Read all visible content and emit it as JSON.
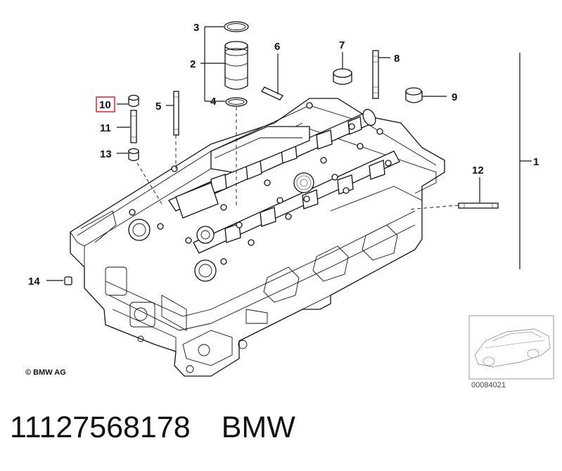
{
  "callouts": [
    {
      "id": "1",
      "label": "1"
    },
    {
      "id": "2",
      "label": "2"
    },
    {
      "id": "3",
      "label": "3"
    },
    {
      "id": "4",
      "label": "4"
    },
    {
      "id": "5",
      "label": "5"
    },
    {
      "id": "6",
      "label": "6"
    },
    {
      "id": "7",
      "label": "7"
    },
    {
      "id": "8",
      "label": "8"
    },
    {
      "id": "9",
      "label": "9"
    },
    {
      "id": "10",
      "label": "10",
      "highlighted": true
    },
    {
      "id": "11",
      "label": "11"
    },
    {
      "id": "12",
      "label": "12"
    },
    {
      "id": "13",
      "label": "13"
    },
    {
      "id": "14",
      "label": "14"
    }
  ],
  "copyright": "© BMW AG",
  "reference_number": "00084021",
  "caption": {
    "part_number": "11127568178",
    "brand": "BMW"
  },
  "colors": {
    "highlight_box": "#d9343c",
    "line": "#111111",
    "thumbnail_border": "#999999"
  },
  "icons": [
    "cylinder-head-drawing",
    "car-thumbnail-icon"
  ]
}
